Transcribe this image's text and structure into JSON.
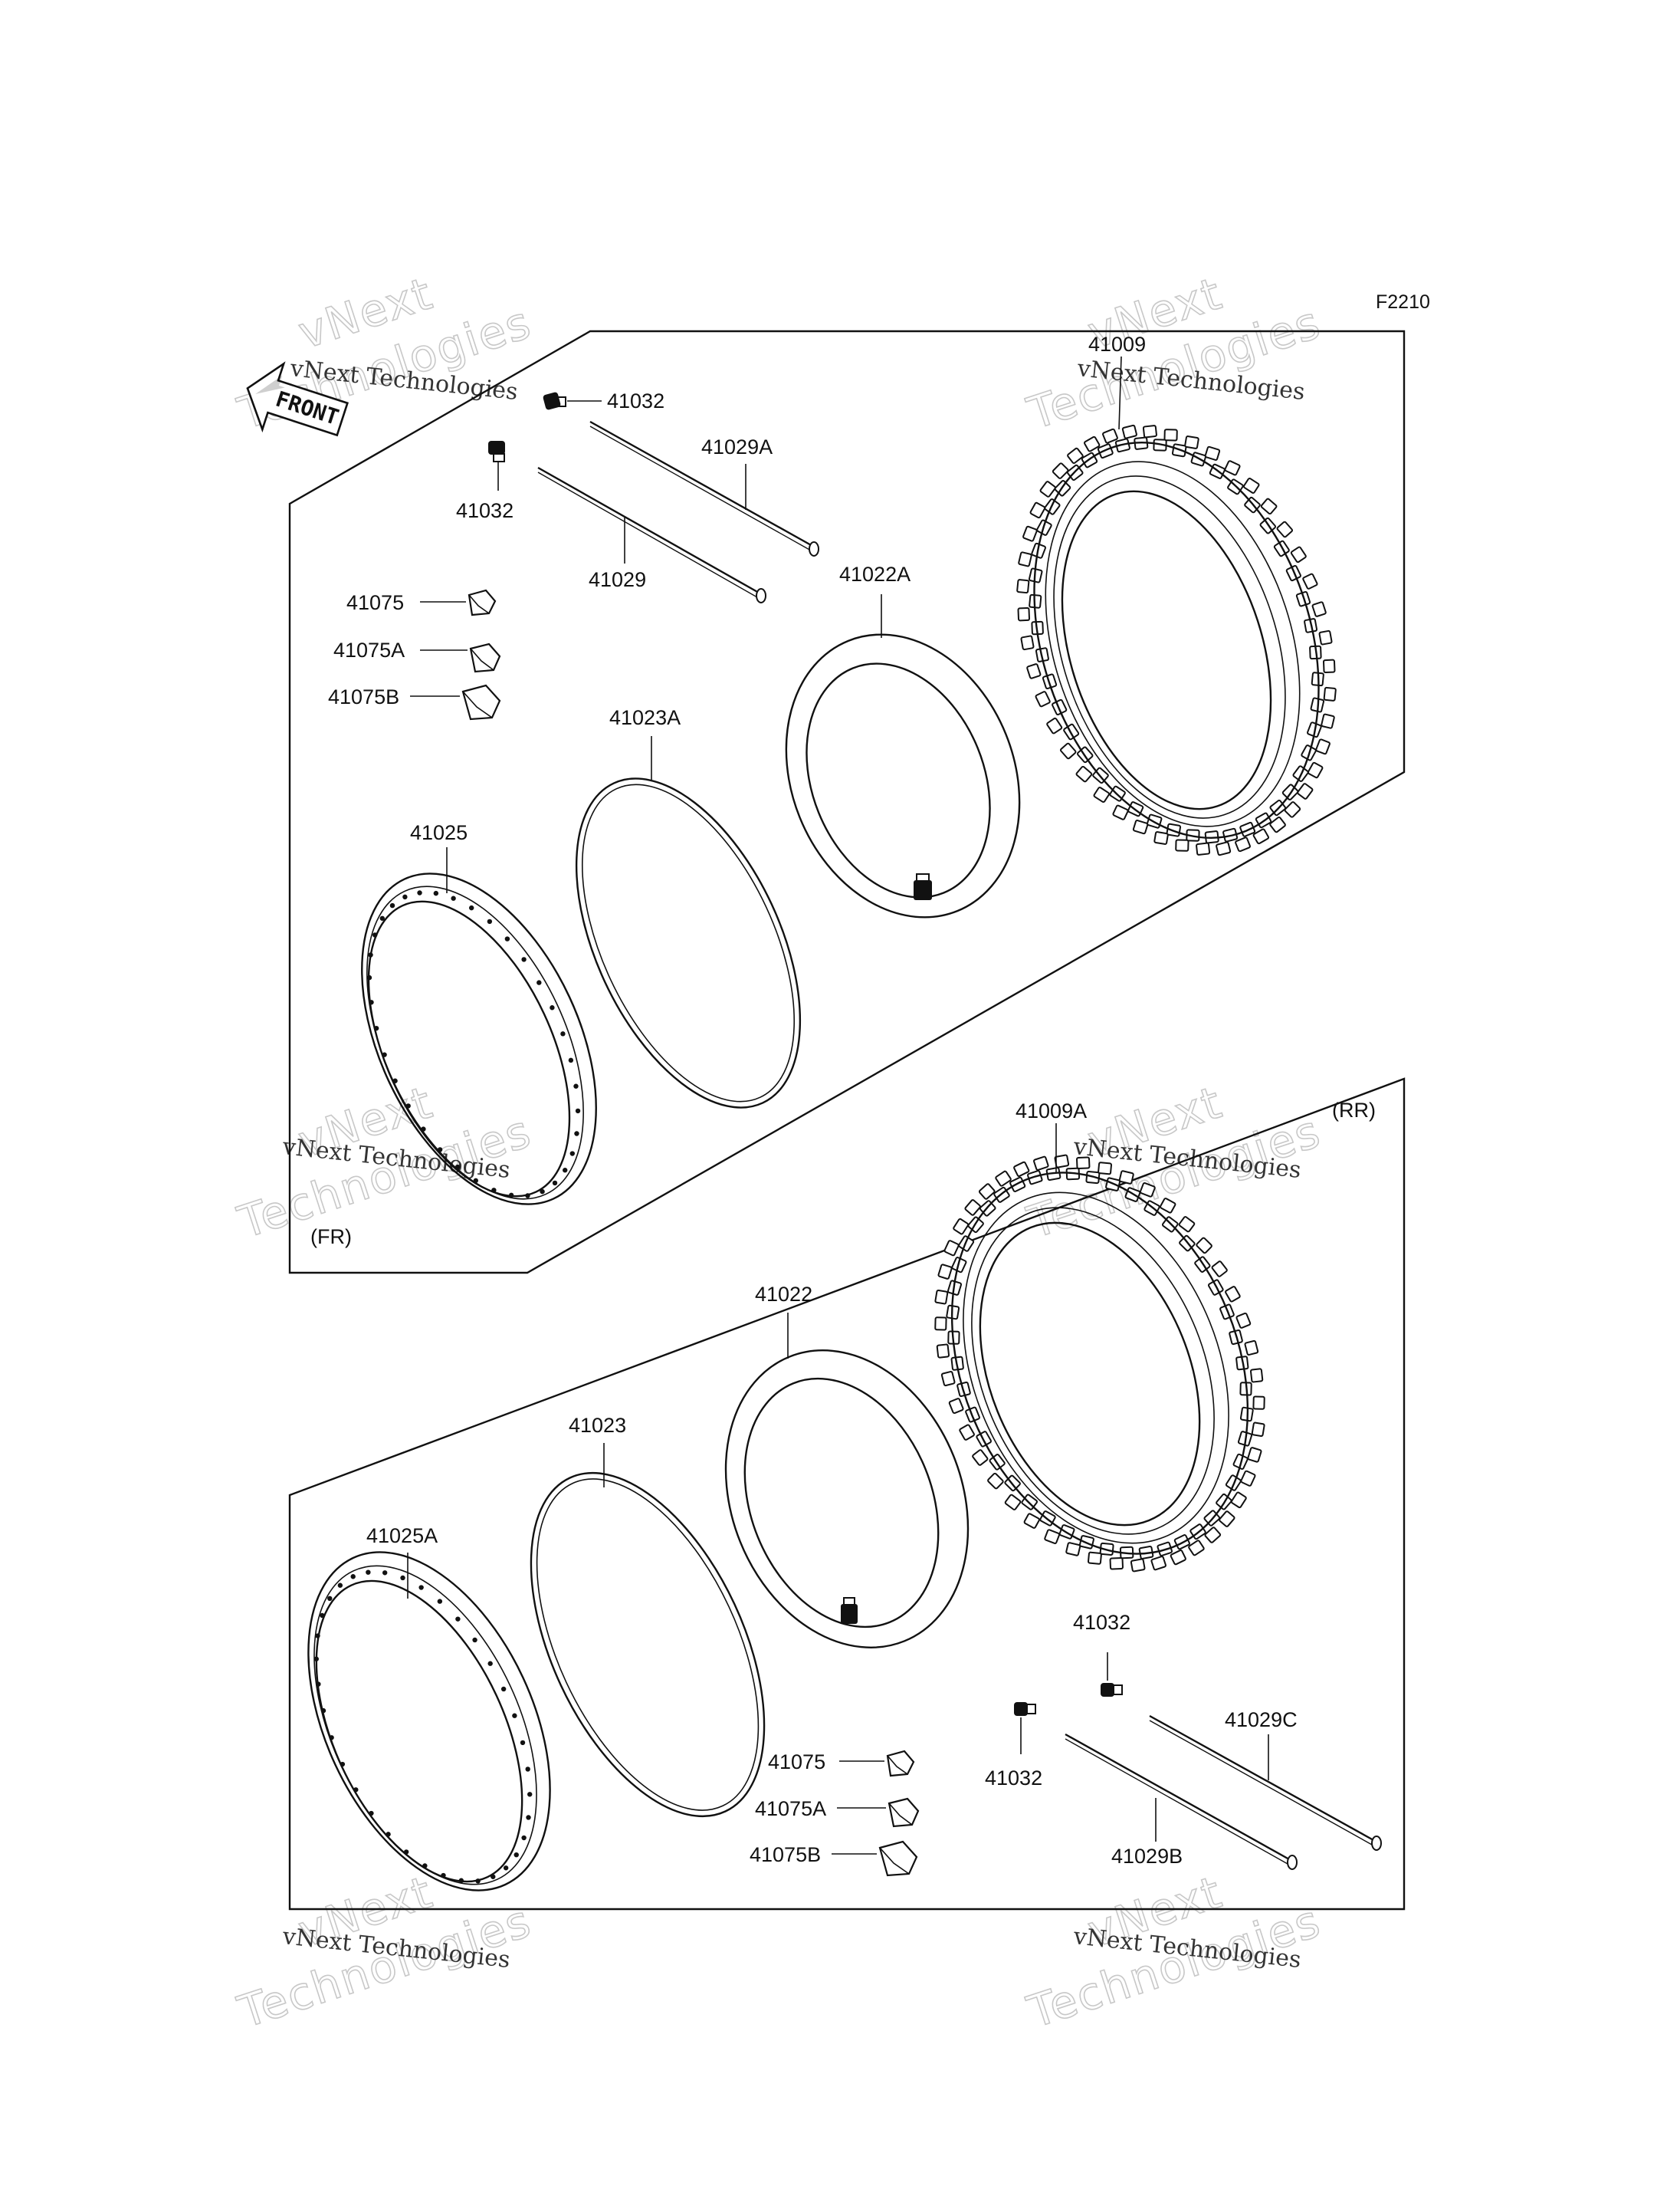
{
  "diagram": {
    "code": "F2210",
    "front_arrow": "FRONT",
    "sections": {
      "front": "(FR)",
      "rear": "(RR)"
    },
    "watermark": {
      "line1": "vNext",
      "line2": "Technologies",
      "caption": "vNext Technologies"
    },
    "labels": {
      "p41009": "41009",
      "p41032a": "41032",
      "p41032b": "41032",
      "p41029A": "41029A",
      "p41029": "41029",
      "p41022A": "41022A",
      "p41075a": "41075",
      "p41075Aa": "41075A",
      "p41075Ba": "41075B",
      "p41023A": "41023A",
      "p41025": "41025",
      "p41009A": "41009A",
      "p41022": "41022",
      "p41023": "41023",
      "p41025A": "41025A",
      "p41032c": "41032",
      "p41032d": "41032",
      "p41029C": "41029C",
      "p41029B": "41029B",
      "p41075b": "41075",
      "p41075Ab": "41075A",
      "p41075Bb": "41075B"
    }
  }
}
